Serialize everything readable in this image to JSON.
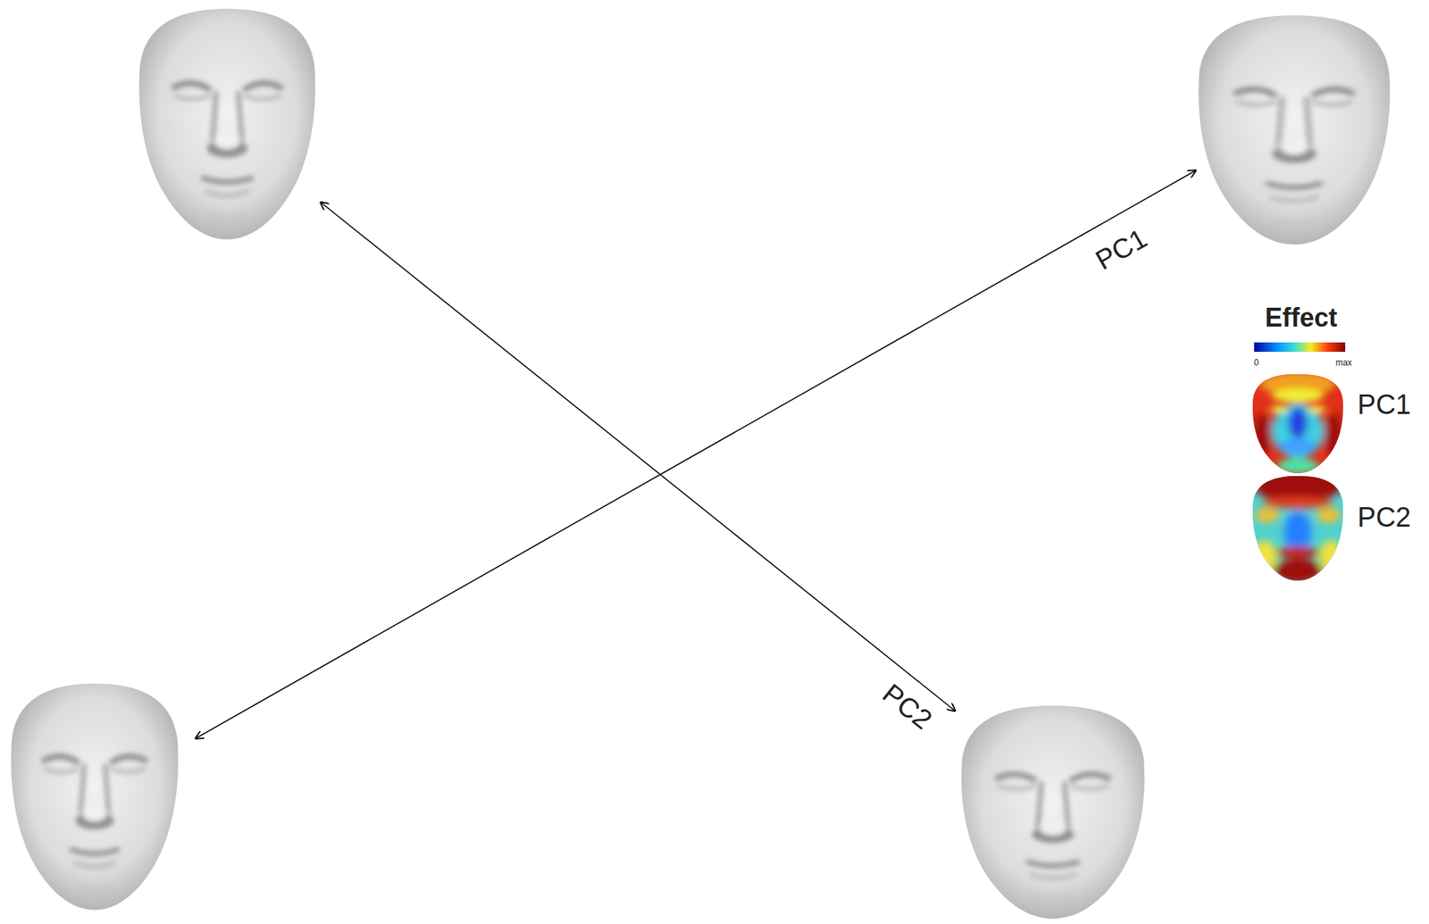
{
  "diagram": {
    "labels": [
      "PC1",
      "PC2",
      "Effect",
      "0",
      "max"
    ],
    "legend": [
      {
        "text": "PC1"
      },
      {
        "text": "PC2"
      }
    ]
  }
}
